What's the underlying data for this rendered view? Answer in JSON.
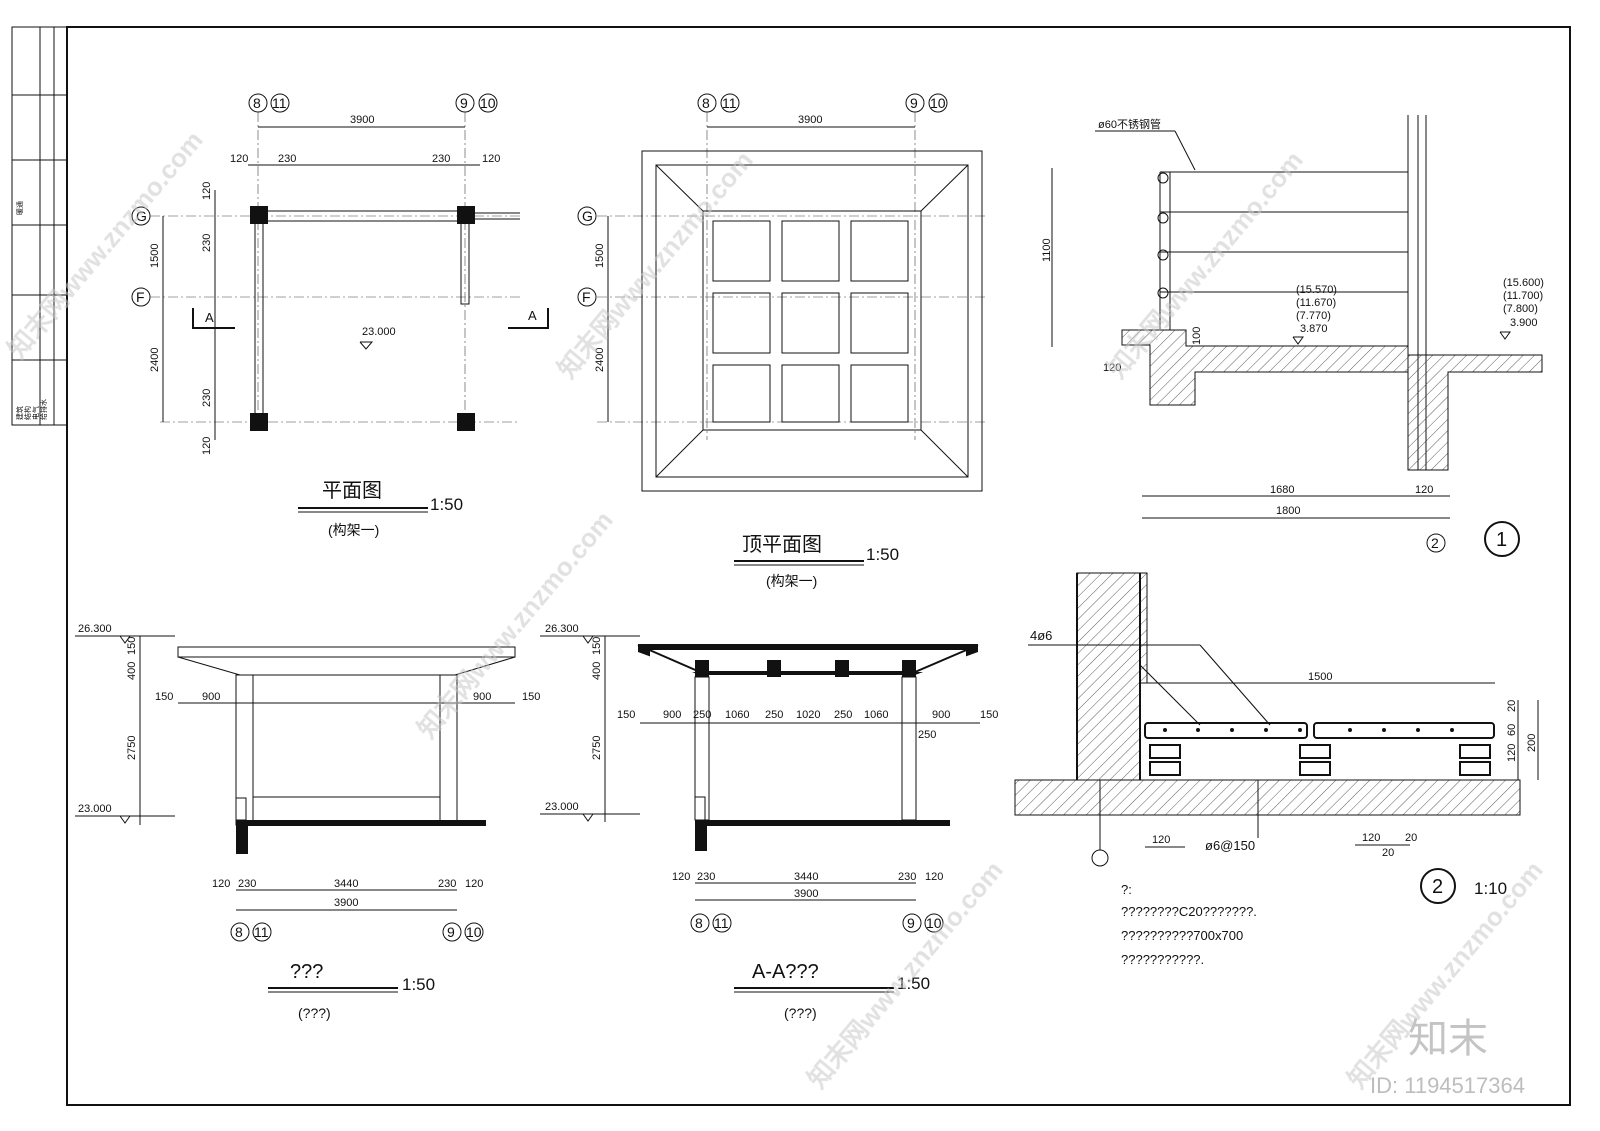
{
  "title_block": {
    "top": "暖通",
    "items": [
      "建筑",
      "结构",
      "电气",
      "给排水"
    ]
  },
  "plan": {
    "title": "平面图",
    "scale": "1:50",
    "subtitle": "(构架一)",
    "grid_top_left": [
      "8",
      "11"
    ],
    "grid_top_right": [
      "9",
      "10"
    ],
    "grid_rows": [
      "G",
      "F"
    ],
    "dims_top": [
      "3900",
      "120",
      "230",
      "230",
      "120"
    ],
    "dims_left": [
      "120",
      "230",
      "1500",
      "2400",
      "230",
      "120"
    ],
    "section_mark": "A",
    "level": "23.000"
  },
  "roof_plan": {
    "title": "顶平面图",
    "scale": "1:50",
    "subtitle": "(构架一)",
    "grid_top_left": [
      "8",
      "11"
    ],
    "grid_top_right": [
      "9",
      "10"
    ],
    "grid_rows": [
      "G",
      "F"
    ],
    "dims_top": [
      "3900"
    ],
    "dims_left": [
      "1500",
      "2400"
    ]
  },
  "detail1": {
    "note_pipe": "ø60不锈钢管",
    "dims": [
      "1100",
      "100",
      "120",
      "1680",
      "120",
      "1800"
    ],
    "levels_left": [
      "(15.570)",
      "(11.670)",
      "(7.770)",
      "3.870"
    ],
    "levels_right": [
      "(15.600)",
      "(11.700)",
      "(7.800)",
      "3.900"
    ],
    "ref_circle": "2",
    "mark": "1"
  },
  "elevation": {
    "title": "???",
    "scale": "1:50",
    "subtitle": "(???)",
    "levels": [
      "26.300",
      "23.000"
    ],
    "dims_left": [
      "150",
      "400",
      "2750"
    ],
    "dims_overhang": [
      "150",
      "900",
      "900",
      "150"
    ],
    "dims_bottom": [
      "120",
      "230",
      "3440",
      "230",
      "120",
      "3900"
    ],
    "grid_left": [
      "8",
      "11"
    ],
    "grid_right": [
      "9",
      "10"
    ]
  },
  "section": {
    "title": "A-A???",
    "scale": "1:50",
    "subtitle": "(???)",
    "levels": [
      "26.300",
      "23.000"
    ],
    "dims_left": [
      "150",
      "400",
      "2750"
    ],
    "dims_beams": [
      "150",
      "900",
      "250",
      "1060",
      "250",
      "1020",
      "250",
      "1060",
      "900",
      "150",
      "250"
    ],
    "dims_bottom": [
      "120",
      "230",
      "3440",
      "230",
      "120",
      "3900"
    ],
    "grid_left": [
      "8",
      "11"
    ],
    "grid_right": [
      "9",
      "10"
    ]
  },
  "detail2": {
    "rebar": "4ø6",
    "rebar2": "ø6@150",
    "dims": [
      "1500",
      "20",
      "60",
      "120",
      "200",
      "120",
      "120",
      "20",
      "20"
    ],
    "mark": "2",
    "scale": "1:10",
    "notes": [
      "?:",
      "????????C20???????.",
      "??????????700x700",
      "???????????."
    ]
  },
  "watermark": {
    "brand": "知末",
    "id": "ID: 1194517364",
    "tile": "知末网www.znzmo.com"
  }
}
